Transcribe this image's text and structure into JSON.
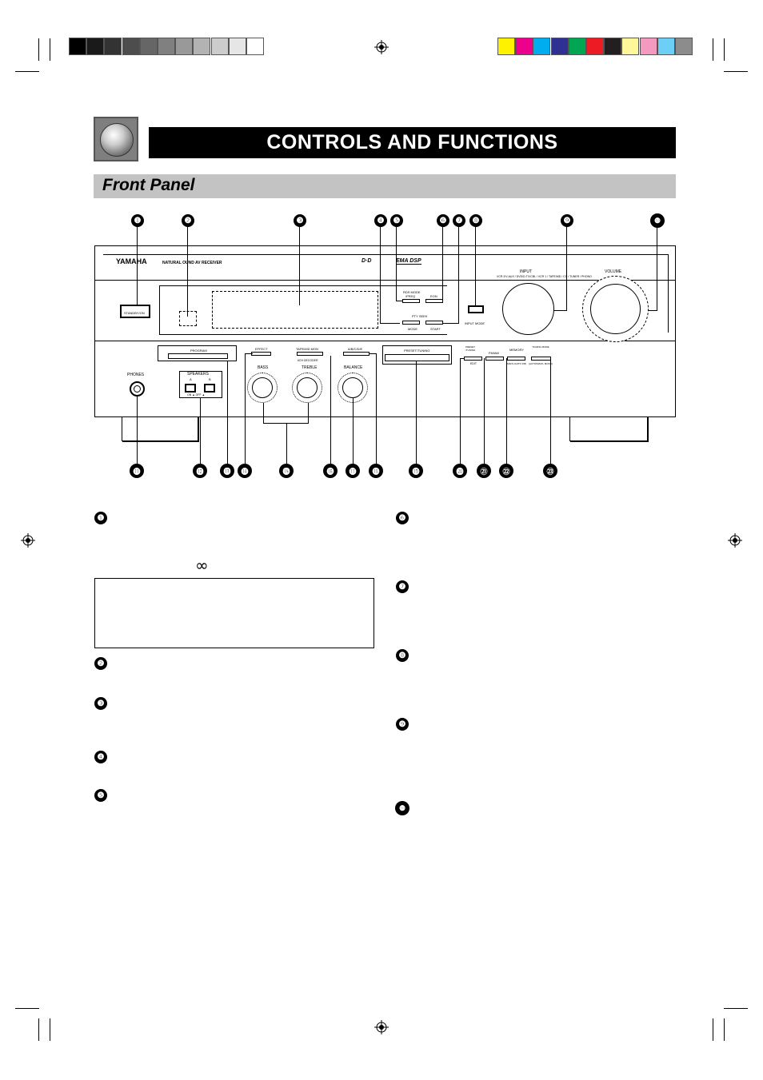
{
  "header": {
    "title": "CONTROLS AND FUNCTIONS",
    "subtitle": "Front Panel"
  },
  "panel": {
    "brand": "YAMAHA",
    "tagline": "NATURAL    OUND    AV RECEIVER",
    "logos": [
      "D·D",
      "EMA DSP"
    ],
    "labels": {
      "standby_on": "STANDBY/ON",
      "rds_mode": "RDS MODE",
      "freq": "/FREQ",
      "eon": "EON",
      "pty_seek": "PTY SEEK",
      "mode": "MODE",
      "start": "START",
      "input_mode": "INPUT MODE",
      "input": "INPUT",
      "input_sources": "VCR 2/V-AUX / DVD/D-TV/CBL / VCR 1 / TAPE/MD / CD / TUNER / PHONO",
      "volume": "VOLUME",
      "program": "PROGRAM",
      "effect": "EFFECT",
      "tape_mon": "TAPE/MD MON",
      "ext_decoder": "6CH DECODER",
      "a_b_c_d_e": "A/B/C/D/E",
      "preset_tuning": "PRESET/TUNING",
      "preset_tuning_small": "PRESET /TUNING",
      "edit": "EDIT",
      "fm_am": "FM/AM",
      "memory": "MEMORY",
      "max_auto_fm": "(MAN'L/AUTO FM)",
      "tuning_mode": "TUNING MODE",
      "auto_man_mono": "(AUTO/MAN'L MONO)",
      "phones": "PHONES",
      "speakers": "SPEAKERS",
      "speaker_a": "A",
      "speaker_b": "B",
      "on_off": "ON ▲   OFF ▲",
      "bass": "BASS",
      "treble": "TREBLE",
      "balance": "BALANCE"
    }
  },
  "callouts_top": [
    "❶",
    "❷",
    "❸",
    "❹",
    "❺",
    "❻",
    "❼",
    "❽",
    "❾",
    "❿"
  ],
  "callouts_bottom": [
    "⓫",
    "⓬",
    "⓭",
    "⓮",
    "⓯",
    "⓰",
    "⓱",
    "⓲",
    "⓳",
    "⓴",
    "㉑",
    "㉒",
    "㉓"
  ],
  "descriptions_left": [
    "❶",
    "❷",
    "❸",
    "❹",
    "❺"
  ],
  "descriptions_right": [
    "❻",
    "❼",
    "❽",
    "❾",
    "❿"
  ],
  "infinity_symbol": "∞",
  "colors": {
    "grays": [
      "#000000",
      "#1a1a1a",
      "#333333",
      "#4d4d4d",
      "#666666",
      "#808080",
      "#999999",
      "#b3b3b3",
      "#cccccc",
      "#e6e6e6",
      "#ffffff"
    ],
    "process": [
      "#fff200",
      "#ec008c",
      "#00aeef",
      "#2e3192",
      "#00a651",
      "#ed1c24",
      "#231f20",
      "#fff799",
      "#f49ac1",
      "#6dcff6",
      "#8c8c8c"
    ]
  }
}
